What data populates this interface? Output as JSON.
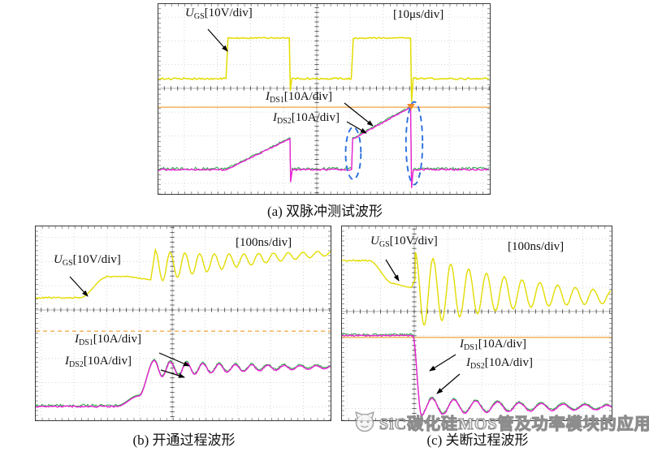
{
  "figure": {
    "watermark_text": "SiC碳化硅MOS管及功率模块的应用",
    "watermark_logo_icon": "cat-face-logo",
    "background_color": "#ffffff"
  },
  "panels": {
    "a": {
      "caption": "(a) 双脉冲测试波形",
      "timebase": "[10μs/div]",
      "ugs": {
        "sym": "U",
        "sub": "GS",
        "unit": "[10V/div]"
      },
      "ids1": {
        "sym": "I",
        "sub": "DS1",
        "unit": "[10A/div]"
      },
      "ids2": {
        "sym": "I",
        "sub": "DS2",
        "unit": "[10A/div]"
      }
    },
    "b": {
      "caption": "(b) 开通过程波形",
      "timebase": "[100ns/div]",
      "ugs": {
        "sym": "U",
        "sub": "GS",
        "unit": "[10V/div]"
      },
      "ids1": {
        "sym": "I",
        "sub": "DS1",
        "unit": "[10A/div]"
      },
      "ids2": {
        "sym": "I",
        "sub": "DS2",
        "unit": "[10A/div]"
      }
    },
    "c": {
      "caption": "(c) 关断过程波形",
      "timebase": "[100ns/div]",
      "ugs": {
        "sym": "U",
        "sub": "GS",
        "unit": "[10V/div]"
      },
      "ids1": {
        "sym": "I",
        "sub": "DS1",
        "unit": "[10A/div]"
      },
      "ids2": {
        "sym": "I",
        "sub": "DS2",
        "unit": "[10A/div]"
      }
    }
  },
  "chart_data": [
    {
      "id": "a",
      "type": "line",
      "title": "双脉冲测试波形",
      "time_per_div": "10μs",
      "series": [
        {
          "name": "U_GS",
          "scale": "10 V/div",
          "color": "#e3dc00"
        },
        {
          "name": "I_DS1",
          "scale": "10 A/div",
          "color": "#2fae4a"
        },
        {
          "name": "I_DS2",
          "scale": "10 A/div",
          "color": "#ea1fd4"
        }
      ],
      "grid": {
        "cols": 10,
        "rows": 8,
        "v_axis_pct": 47.8,
        "h_axis_pct": 44.4
      },
      "ref_lines": [
        {
          "y": 54.3,
          "color": "#f2a33c",
          "w": 1.2
        }
      ],
      "markers": [
        {
          "type": "triangle-down",
          "x": 76.2,
          "y": 54.3,
          "color": "#f28c28",
          "size": 5
        }
      ],
      "annotations": {
        "color": "#2b6fdd",
        "ellipses": [
          {
            "cx": 58.8,
            "cy": 78.6,
            "rx": 2.3,
            "ry": 13.7
          },
          {
            "cx": 77.2,
            "cy": 73.3,
            "rx": 2.5,
            "ry": 21.8
          }
        ]
      },
      "traces": [
        {
          "name": "I_DS1",
          "color": "#2fae4a",
          "w": 1.1,
          "seed": 7,
          "dy": -0.5,
          "nmult": 1.7,
          "segs": [
            {
              "k": "f",
              "x": [
                0,
                20.6
              ],
              "y": 87.2,
              "n": 0.9
            },
            {
              "k": "l",
              "x": [
                20.6,
                39.7
              ],
              "y": [
                87.2,
                70.9
              ],
              "n": 0.5
            },
            {
              "k": "l",
              "x": [
                39.7,
                39.9
              ],
              "y": [
                70.9,
                93.6
              ]
            },
            {
              "k": "l",
              "x": [
                39.9,
                40.4
              ],
              "y": [
                93.6,
                87.2
              ]
            },
            {
              "k": "f",
              "x": [
                40.4,
                58.3
              ],
              "y": 87.2,
              "n": 0.9
            },
            {
              "k": "l",
              "x": [
                58.3,
                58.6
              ],
              "y": [
                87.2,
                71.2
              ]
            },
            {
              "k": "l",
              "x": [
                58.6,
                76.1
              ],
              "y": [
                71.2,
                54.4
              ],
              "n": 0.5
            },
            {
              "k": "l",
              "x": [
                76.1,
                76.4
              ],
              "y": [
                54.4,
                96.7
              ]
            },
            {
              "k": "l",
              "x": [
                76.4,
                76.9
              ],
              "y": [
                96.7,
                87.2
              ]
            },
            {
              "k": "f",
              "x": [
                76.9,
                100
              ],
              "y": 87.2,
              "n": 0.9
            }
          ]
        },
        {
          "name": "I_DS2",
          "color": "#ea1fd4",
          "w": 1.4,
          "seed": 3,
          "copy_of": 0,
          "dy": 0,
          "nmult": 1
        },
        {
          "name": "U_GS",
          "color": "#e3dc00",
          "w": 1.5,
          "seed": 5,
          "segs": [
            {
              "k": "f",
              "x": [
                0,
                20.4
              ],
              "y": 39.3,
              "n": 1.0
            },
            {
              "k": "l",
              "x": [
                20.4,
                21.0
              ],
              "y": [
                39.3,
                18.2
              ]
            },
            {
              "k": "f",
              "x": [
                21.0,
                39.5
              ],
              "y": 17.9,
              "n": 0.6
            },
            {
              "k": "l",
              "x": [
                39.5,
                39.8
              ],
              "y": [
                17.9,
                45.5
              ]
            },
            {
              "k": "l",
              "x": [
                39.8,
                40.3
              ],
              "y": [
                45.5,
                39.3
              ]
            },
            {
              "k": "f",
              "x": [
                40.3,
                58.2
              ],
              "y": 39.3,
              "n": 1.0
            },
            {
              "k": "l",
              "x": [
                58.2,
                58.8
              ],
              "y": [
                39.3,
                18.2
              ]
            },
            {
              "k": "f",
              "x": [
                58.8,
                76.1
              ],
              "y": 17.9,
              "n": 0.6
            },
            {
              "k": "l",
              "x": [
                76.1,
                76.4
              ],
              "y": [
                17.9,
                51.5
              ]
            },
            {
              "k": "l",
              "x": [
                76.4,
                76.9
              ],
              "y": [
                51.5,
                39.3
              ]
            },
            {
              "k": "f",
              "x": [
                76.9,
                100
              ],
              "y": 39.3,
              "n": 1.0
            }
          ]
        }
      ]
    },
    {
      "id": "b",
      "type": "line",
      "title": "开通过程波形",
      "time_per_div": "100ns",
      "series": [
        {
          "name": "U_GS",
          "scale": "10 V/div",
          "color": "#e3dc00"
        },
        {
          "name": "I_DS1",
          "scale": "10 A/div",
          "color": "#2fae4a"
        },
        {
          "name": "I_DS2",
          "scale": "10 A/div",
          "color": "#ea1fd4"
        }
      ],
      "grid": {
        "cols": 9,
        "rows": 8,
        "v_axis_pct": 46.3,
        "h_axis_pct": 43.1
      },
      "ref_lines": [
        {
          "y": 54.0,
          "color": "#f2a33c",
          "w": 1.2,
          "dash": "5 4"
        }
      ],
      "traces": [
        {
          "name": "I_DS1",
          "color": "#2fae4a",
          "w": 1.1,
          "seed": 11,
          "dy": -0.5,
          "nmult": 1.7,
          "segs": [
            {
              "k": "f",
              "x": [
                0,
                27.5
              ],
              "y": 92.9,
              "n": 0.8
            },
            {
              "k": "c",
              "x": [
                27.5,
                35
              ],
              "y": [
                92.9,
                87.5
              ]
            },
            {
              "k": "c",
              "x": [
                35,
                40.2
              ],
              "y": [
                87.5,
                69.2
              ]
            },
            {
              "k": "r",
              "x": [
                40.2,
                100
              ],
              "b": [
                73.6,
                72.6
              ],
              "a": [
                4.4,
                0.7
              ],
              "p": 5.5,
              "ph": -1.5708,
              "n": 0.45
            }
          ]
        },
        {
          "name": "I_DS2",
          "color": "#ea1fd4",
          "w": 1.4,
          "seed": 13,
          "copy_of": 0,
          "dy": 0,
          "nmult": 1
        },
        {
          "name": "U_GS",
          "color": "#e3dc00",
          "w": 1.4,
          "seed": 17,
          "segs": [
            {
              "k": "f",
              "x": [
                0,
                15
              ],
              "y": 36.8,
              "n": 0.9
            },
            {
              "k": "c",
              "x": [
                15,
                24
              ],
              "y": [
                36.8,
                26.3
              ]
            },
            {
              "k": "f",
              "x": [
                24,
                31
              ],
              "y": 25.8,
              "n": 0.5
            },
            {
              "k": "l",
              "x": [
                31,
                39
              ],
              "y": [
                25.8,
                27.6
              ],
              "n": 0.5
            },
            {
              "k": "l",
              "x": [
                39,
                40.6
              ],
              "y": [
                27.6,
                11.7
              ]
            },
            {
              "k": "r",
              "x": [
                40.6,
                100
              ],
              "b": [
                20.8,
                13.8
              ],
              "a": [
                8.0,
                1.2
              ],
              "p": 5.0,
              "ph": -1.5708,
              "n": 0.4
            }
          ]
        }
      ]
    },
    {
      "id": "c",
      "type": "line",
      "title": "关断过程波形",
      "time_per_div": "100ns",
      "series": [
        {
          "name": "U_GS",
          "scale": "10 V/div",
          "color": "#e3dc00"
        },
        {
          "name": "I_DS1",
          "scale": "10 A/div",
          "color": "#2fae4a"
        },
        {
          "name": "I_DS2",
          "scale": "10 A/div",
          "color": "#ea1fd4"
        }
      ],
      "grid": {
        "cols": 8,
        "rows": 8,
        "v_axis_pct": 26.8,
        "h_axis_pct": 43.9
      },
      "ref_lines": [
        {
          "y": 57.3,
          "color": "#f2a33c",
          "w": 1.2
        }
      ],
      "traces": [
        {
          "name": "I_DS1",
          "color": "#2fae4a",
          "w": 1.1,
          "seed": 23,
          "dy": -0.5,
          "nmult": 1.7,
          "segs": [
            {
              "k": "f",
              "x": [
                0,
                26.3
              ],
              "y": 56.3,
              "n": 0.6
            },
            {
              "k": "c",
              "x": [
                26.3,
                29.4
              ],
              "y": [
                56.3,
                97.0
              ]
            },
            {
              "k": "r",
              "x": [
                29.4,
                100
              ],
              "b": [
                92.9,
                93.4
              ],
              "a": [
                4.6,
                1.1
              ],
              "p": 8.1,
              "ph": 1.5708,
              "n": 0.45
            }
          ]
        },
        {
          "name": "I_DS2",
          "color": "#ea1fd4",
          "w": 1.4,
          "seed": 29,
          "copy_of": 0,
          "dy": 0,
          "nmult": 1
        },
        {
          "name": "U_GS",
          "color": "#e3dc00",
          "w": 1.4,
          "seed": 31,
          "segs": [
            {
              "k": "f",
              "x": [
                0,
                10
              ],
              "y": 17.6,
              "n": 0.8
            },
            {
              "k": "c",
              "x": [
                10,
                19
              ],
              "y": [
                17.6,
                29.5
              ]
            },
            {
              "k": "l",
              "x": [
                19,
                25.5
              ],
              "y": [
                29.5,
                31.6
              ],
              "n": 0.4
            },
            {
              "k": "c",
              "x": [
                25.5,
                27.2
              ],
              "y": [
                31.6,
                27.5
              ]
            },
            {
              "k": "r",
              "x": [
                27.2,
                100
              ],
              "b": [
                32.8,
                36.6
              ],
              "a": [
                19.5,
                3.2
              ],
              "p": 6.6,
              "ph": -1.5708,
              "n": 0.4
            }
          ]
        }
      ]
    }
  ]
}
